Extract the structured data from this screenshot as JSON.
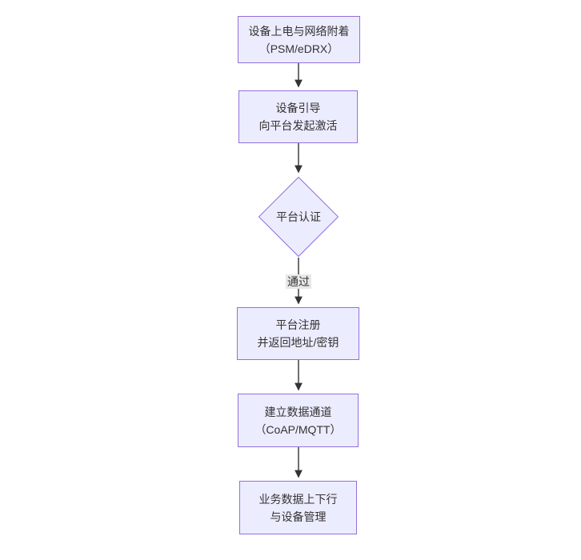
{
  "diagram": {
    "type": "flowchart",
    "direction": "top-down",
    "colors": {
      "node_fill": "#ECECFF",
      "node_border": "#9370DB",
      "text": "#333333",
      "edge": "#333333",
      "edge_label_bg": "#e8e8e8",
      "background": "#ffffff"
    },
    "nodes": [
      {
        "id": "power-attach",
        "shape": "rect",
        "lines": [
          "设备上电与网络附着",
          "（PSM/eDRX）"
        ]
      },
      {
        "id": "bootstrap",
        "shape": "rect",
        "lines": [
          "设备引导",
          "向平台发起激活"
        ]
      },
      {
        "id": "platform-auth",
        "shape": "diamond",
        "lines": [
          "平台认证"
        ]
      },
      {
        "id": "register",
        "shape": "rect",
        "lines": [
          "平台注册",
          "并返回地址/密钥"
        ]
      },
      {
        "id": "data-channel",
        "shape": "rect",
        "lines": [
          "建立数据通道",
          "（CoAP/MQTT）"
        ]
      },
      {
        "id": "business",
        "shape": "rect",
        "lines": [
          "业务数据上下行",
          "与设备管理"
        ]
      }
    ],
    "edges": [
      {
        "from": "power-attach",
        "to": "bootstrap",
        "label": ""
      },
      {
        "from": "bootstrap",
        "to": "platform-auth",
        "label": ""
      },
      {
        "from": "platform-auth",
        "to": "register",
        "label": "通过"
      },
      {
        "from": "register",
        "to": "data-channel",
        "label": ""
      },
      {
        "from": "data-channel",
        "to": "business",
        "label": ""
      }
    ]
  }
}
